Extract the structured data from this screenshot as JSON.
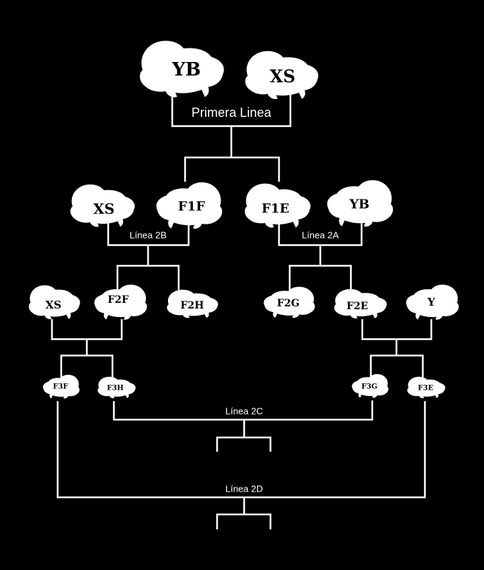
{
  "diagram": {
    "background": "#000000",
    "foreground": "#ffffff",
    "fish": {
      "yb_top": "YB",
      "xs_top": "XS",
      "xs_2b": "XS",
      "f1f": "F1F",
      "f1e": "F1E",
      "yb_2a": "YB",
      "xs_3": "XS",
      "f2f": "F2F",
      "f2h": "F2H",
      "f2g": "F2G",
      "f2e": "F2E",
      "y": "Y",
      "f3f": "F3F",
      "f3h": "F3H",
      "f3g": "F3G",
      "f3e": "F3E"
    },
    "lines": {
      "primera": "Primera Linea",
      "l2b": "Línea 2B",
      "l2a": "Línea 2A",
      "l2c": "Línea 2C",
      "l2d": "Línea 2D"
    }
  }
}
